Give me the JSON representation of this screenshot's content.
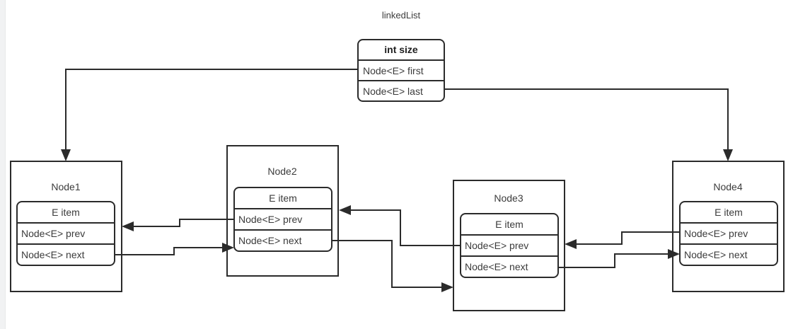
{
  "diagram": {
    "title": "linkedList",
    "colors": {
      "stroke": "#2b2b2b",
      "text": "#3b3b3b",
      "background": "#ffffff",
      "gutter": "#f1f2f3"
    }
  },
  "linked_list_box": {
    "name": "linkedList",
    "rows": [
      {
        "label": "int size",
        "bold": true
      },
      {
        "label": "Node<E> first",
        "bold": false
      },
      {
        "label": "Node<E> last",
        "bold": false
      }
    ]
  },
  "nodes": [
    {
      "id": "node1",
      "name": "Node1",
      "fields": [
        {
          "key": "item",
          "label": "E item"
        },
        {
          "key": "prev",
          "label": "Node<E> prev"
        },
        {
          "key": "next",
          "label": "Node<E> next"
        }
      ]
    },
    {
      "id": "node2",
      "name": "Node2",
      "fields": [
        {
          "key": "item",
          "label": "E item"
        },
        {
          "key": "prev",
          "label": "Node<E> prev"
        },
        {
          "key": "next",
          "label": "Node<E> next"
        }
      ]
    },
    {
      "id": "node3",
      "name": "Node3",
      "fields": [
        {
          "key": "item",
          "label": "E item"
        },
        {
          "key": "prev",
          "label": "Node<E> prev"
        },
        {
          "key": "next",
          "label": "Node<E> next"
        }
      ]
    },
    {
      "id": "node4",
      "name": "Node4",
      "fields": [
        {
          "key": "item",
          "label": "E item"
        },
        {
          "key": "prev",
          "label": "Node<E> prev"
        },
        {
          "key": "next",
          "label": "Node<E> next"
        }
      ]
    }
  ],
  "connections": [
    {
      "id": "first-to-node1",
      "from": "linkedList.first",
      "to": "Node1",
      "arrow": "down"
    },
    {
      "id": "last-to-node4",
      "from": "linkedList.last",
      "to": "Node4",
      "arrow": "down"
    },
    {
      "id": "node1-next-to-node2",
      "from": "Node1.next",
      "to": "Node2",
      "arrow": "right"
    },
    {
      "id": "node2-prev-to-node1",
      "from": "Node2.prev",
      "to": "Node1",
      "arrow": "left"
    },
    {
      "id": "node2-next-to-node3",
      "from": "Node2.next",
      "to": "Node3",
      "arrow": "right"
    },
    {
      "id": "node3-prev-to-node2",
      "from": "Node3.prev",
      "to": "Node2",
      "arrow": "left"
    },
    {
      "id": "node3-next-to-node4",
      "from": "Node3.next",
      "to": "Node4",
      "arrow": "right"
    },
    {
      "id": "node4-prev-to-node3",
      "from": "Node4.prev",
      "to": "Node3",
      "arrow": "left"
    }
  ]
}
